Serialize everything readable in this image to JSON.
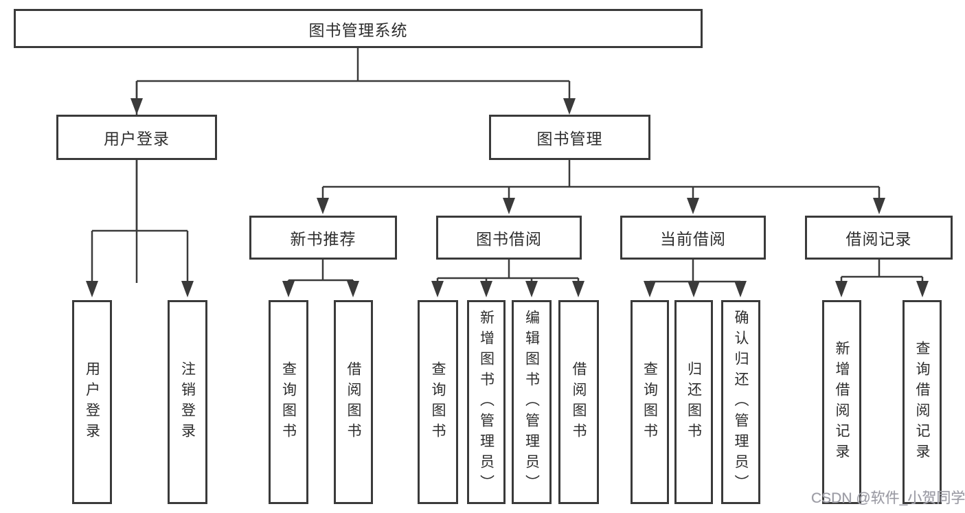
{
  "diagram": {
    "root": {
      "label": "图书管理系统"
    },
    "level2": [
      {
        "id": "user-login",
        "label": "用户登录"
      },
      {
        "id": "book-management",
        "label": "图书管理"
      }
    ],
    "level3": [
      {
        "id": "new-book-recommend",
        "label": "新书推荐"
      },
      {
        "id": "book-borrow",
        "label": "图书借阅"
      },
      {
        "id": "current-borrow",
        "label": "当前借阅"
      },
      {
        "id": "borrow-records",
        "label": "借阅记录"
      }
    ],
    "leaves": [
      {
        "id": "user-login-action",
        "label": "用户登录"
      },
      {
        "id": "logout-action",
        "label": "注销登录"
      },
      {
        "id": "nbr-query-books",
        "label": "查询图书"
      },
      {
        "id": "nbr-borrow-books",
        "label": "借阅图书"
      },
      {
        "id": "bb-query-books",
        "label": "查询图书"
      },
      {
        "id": "bb-add-books-admin",
        "label": "新增图书（管理员）"
      },
      {
        "id": "bb-edit-books-admin",
        "label": "编辑图书（管理员）"
      },
      {
        "id": "bb-borrow-books",
        "label": "借阅图书"
      },
      {
        "id": "cb-query-books",
        "label": "查询图书"
      },
      {
        "id": "cb-return-books",
        "label": "归还图书"
      },
      {
        "id": "cb-confirm-return-admin",
        "label": "确认归还（管理员）"
      },
      {
        "id": "br-add-record",
        "label": "新增借阅记录"
      },
      {
        "id": "br-query-record",
        "label": "查询借阅记录"
      }
    ]
  },
  "watermark": {
    "text": "CSDN @软件_小贺同学"
  },
  "colors": {
    "line": "#3a3a3a",
    "text": "#2d2d2d",
    "box_background": "#ffffff",
    "watermark": "#9b9ba3"
  }
}
